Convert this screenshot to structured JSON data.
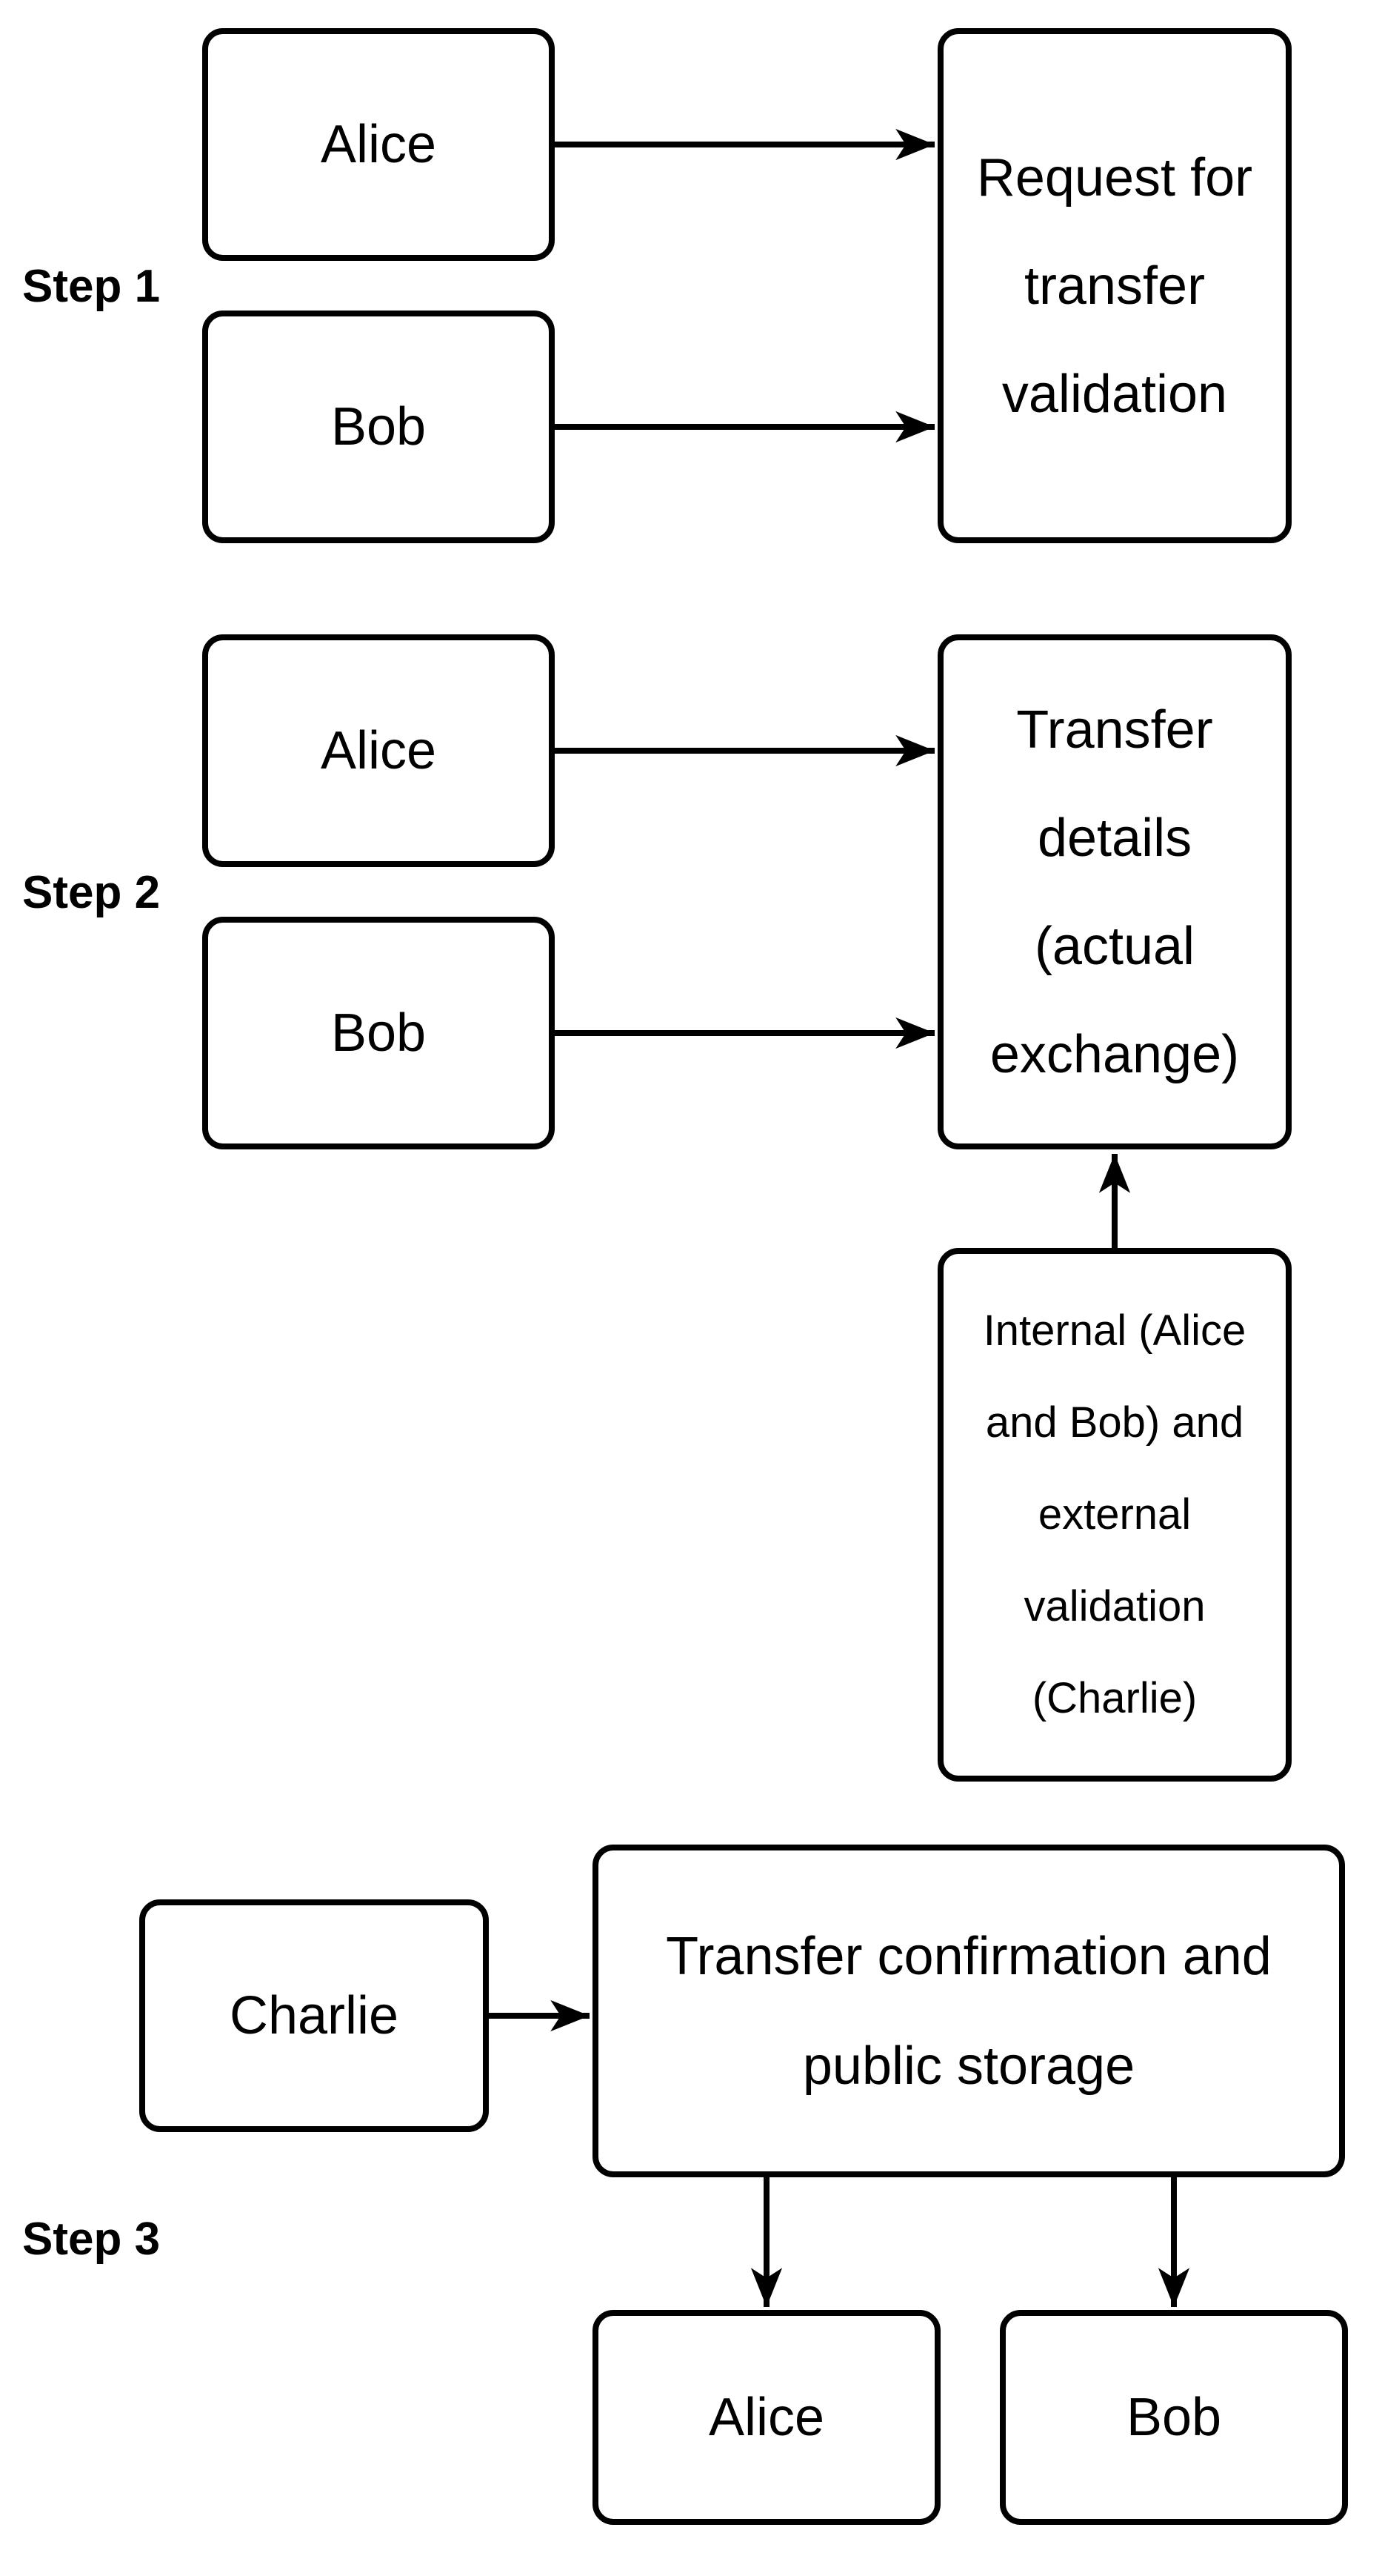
{
  "figure": {
    "background_color": "#ffffff",
    "stroke_color": "#000000",
    "step_labels": {
      "step1": "Step 1",
      "step2": "Step 2",
      "step3": "Step 3"
    },
    "nodes": {
      "step1_alice": "Alice",
      "step1_bob": "Bob",
      "step1_request": "Request for transfer validation",
      "step2_alice": "Alice",
      "step2_bob": "Bob",
      "step2_details": "Transfer details (actual exchange)",
      "validation": "Internal (Alice and Bob) and external validation (Charlie)",
      "step3_charlie": "Charlie",
      "step3_confirm": "Transfer confirmation and public storage",
      "step3_alice": "Alice",
      "step3_bob": "Bob"
    },
    "edges": [
      {
        "from": "step1_alice",
        "to": "step1_request"
      },
      {
        "from": "step1_bob",
        "to": "step1_request"
      },
      {
        "from": "step2_alice",
        "to": "step2_details"
      },
      {
        "from": "step2_bob",
        "to": "step2_details"
      },
      {
        "from": "validation",
        "to": "step2_details"
      },
      {
        "from": "step3_charlie",
        "to": "step3_confirm"
      },
      {
        "from": "step3_confirm",
        "to": "step3_alice"
      },
      {
        "from": "step3_confirm",
        "to": "step3_bob"
      }
    ]
  }
}
